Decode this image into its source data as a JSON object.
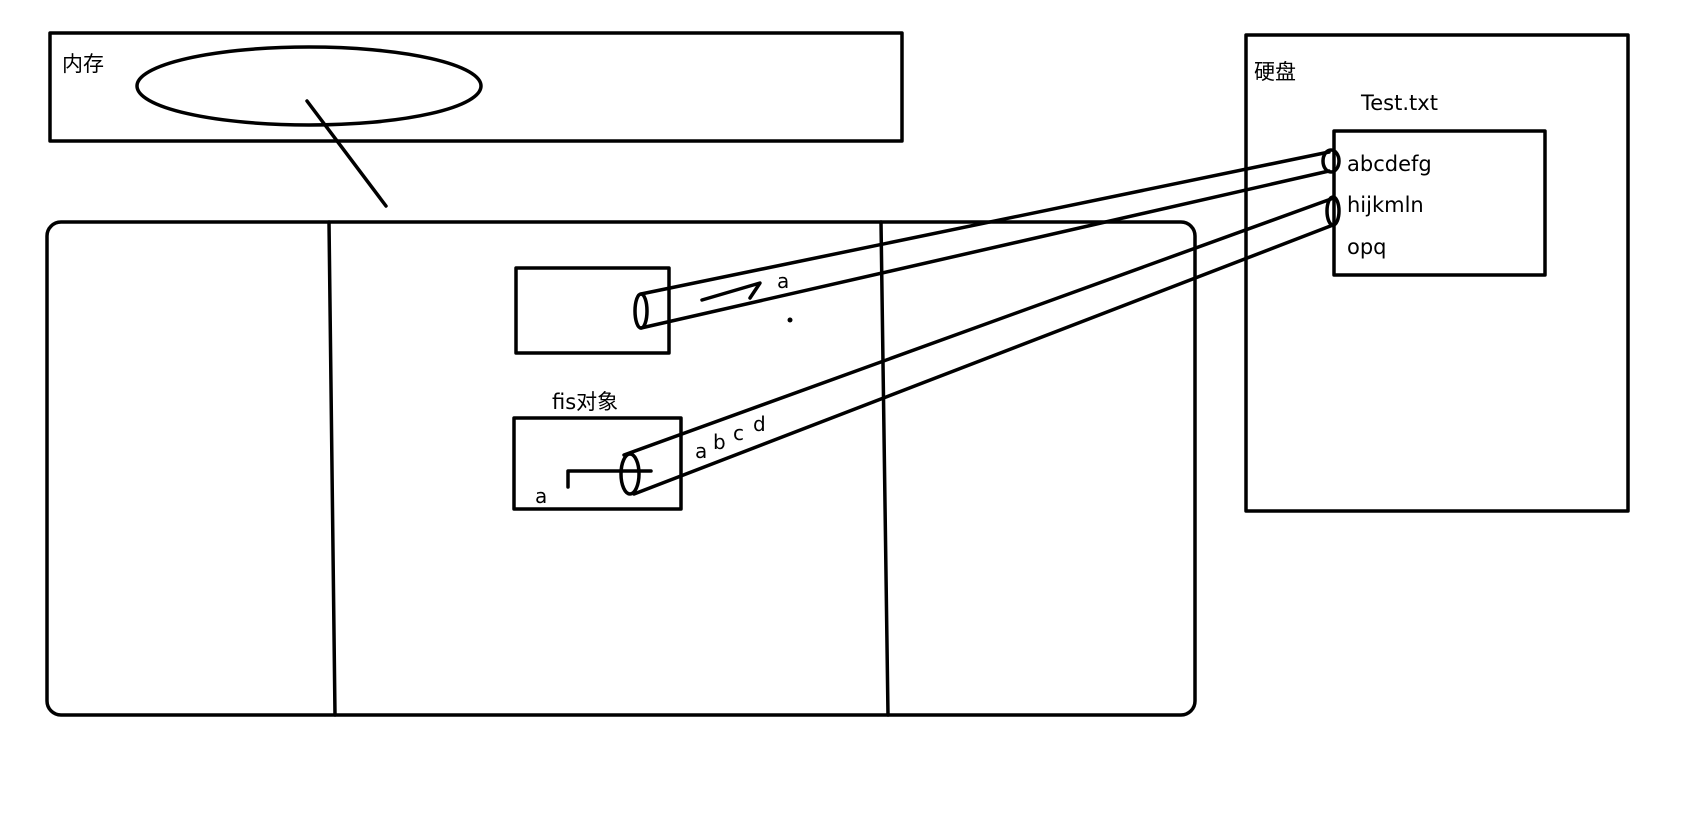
{
  "memory": {
    "label": "内存"
  },
  "disk": {
    "label": "硬盘"
  },
  "file": {
    "name": "Test.txt",
    "lines": [
      "abcdefg",
      "hijkmln",
      "opq"
    ]
  },
  "stream_top": {
    "char_label": "a"
  },
  "fis": {
    "label": "fis对象",
    "read_char": "a",
    "stream_chars": [
      "a",
      "b",
      "c",
      "d"
    ]
  },
  "colors": {
    "ink": "#000000",
    "background": "#ffffff"
  }
}
